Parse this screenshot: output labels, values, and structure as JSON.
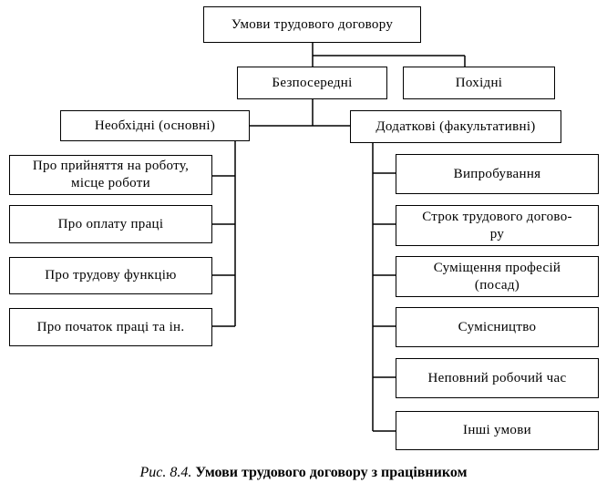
{
  "nodes": {
    "root": "Умови трудового договору",
    "direct": "Безпосередні",
    "derived": "Похідні",
    "necessary": "Необхідні  (основні)",
    "additional": "Додаткові  (факультативні)",
    "necessary_items": [
      "Про прийняття на роботу,\nмісце роботи",
      "Про оплату праці",
      "Про трудову функцію",
      "Про початок праці та ін."
    ],
    "additional_items": [
      "Випробування",
      "Строк трудового догово-\nру",
      "Суміщення  професій\n(посад)",
      "Сумісництво",
      "Неповний  робочий  час",
      "Інші умови"
    ]
  },
  "caption": {
    "figure": "Рис. 8.4.",
    "title": "Умови трудового договору з працівником"
  }
}
